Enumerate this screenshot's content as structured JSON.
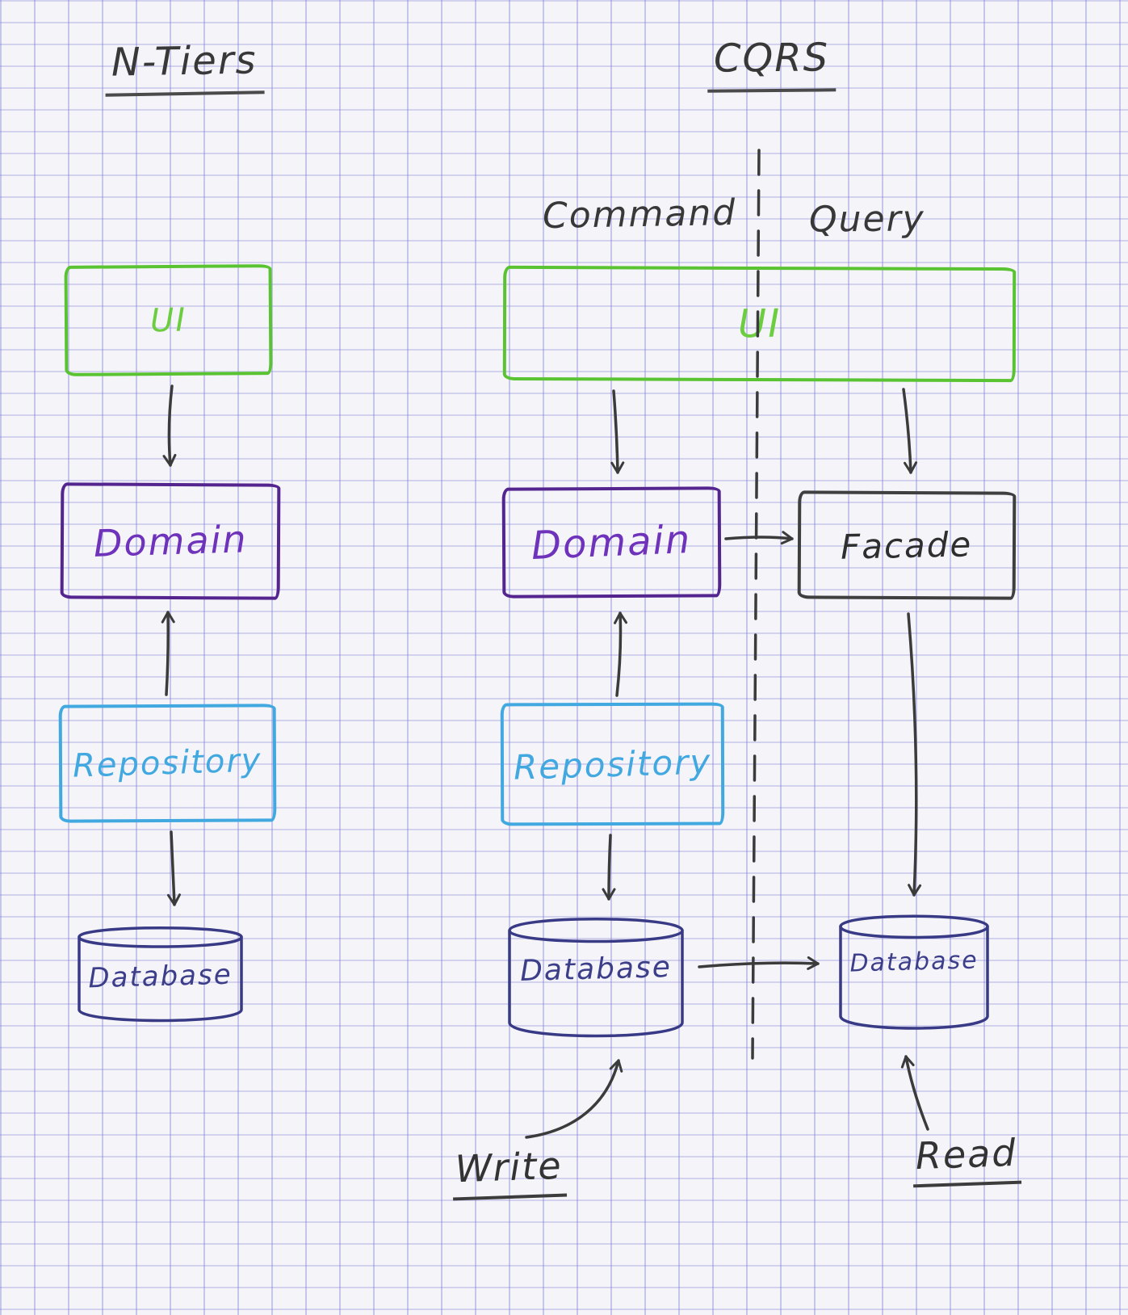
{
  "left_diagram": {
    "title": "N-Tiers",
    "nodes": {
      "ui": {
        "label": "UI",
        "color": "#59c331",
        "shape": "box"
      },
      "domain": {
        "label": "Domain",
        "color": "#54258f",
        "shape": "box"
      },
      "repository": {
        "label": "Repository",
        "color": "#41a8e0",
        "shape": "box"
      },
      "database": {
        "label": "Database",
        "color": "#383a85",
        "shape": "cylinder"
      }
    }
  },
  "right_diagram": {
    "title": "CQRS",
    "column_labels": {
      "command": "Command",
      "query": "Query"
    },
    "nodes": {
      "ui": {
        "label": "UI",
        "color": "#59c331",
        "shape": "box"
      },
      "domain": {
        "label": "Domain",
        "color": "#54258f",
        "shape": "box"
      },
      "facade": {
        "label": "Facade",
        "color": "#3f3f3f",
        "shape": "box"
      },
      "repository": {
        "label": "Repository",
        "color": "#41a8e0",
        "shape": "box"
      },
      "database_command": {
        "label": "Database",
        "color": "#383a85",
        "shape": "cylinder"
      },
      "database_query": {
        "label": "Database",
        "color": "#383a85",
        "shape": "cylinder"
      }
    },
    "annotations": {
      "write": "Write",
      "read": "Read"
    }
  },
  "edges": [
    {
      "diagram": "N-Tiers",
      "from": "UI",
      "to": "Domain"
    },
    {
      "diagram": "N-Tiers",
      "from": "Repository",
      "to": "Domain"
    },
    {
      "diagram": "N-Tiers",
      "from": "Repository",
      "to": "Database"
    },
    {
      "diagram": "CQRS",
      "from": "UI",
      "to": "Domain"
    },
    {
      "diagram": "CQRS",
      "from": "UI",
      "to": "Facade"
    },
    {
      "diagram": "CQRS",
      "from": "Domain",
      "to": "Facade"
    },
    {
      "diagram": "CQRS",
      "from": "Repository",
      "to": "Domain"
    },
    {
      "diagram": "CQRS",
      "from": "Repository",
      "to": "Database (command)"
    },
    {
      "diagram": "CQRS",
      "from": "Facade",
      "to": "Database (query)"
    },
    {
      "diagram": "CQRS",
      "from": "Database (command)",
      "to": "Database (query)"
    },
    {
      "diagram": "CQRS",
      "from": "Write",
      "to": "Database (command)"
    },
    {
      "diagram": "CQRS",
      "from": "Read",
      "to": "Database (query)"
    }
  ],
  "colors": {
    "paper": "#f4f4f9",
    "grid": "#7a7ad4",
    "ink": "#3b3b3b",
    "green": "#59c331",
    "purple": "#54258f",
    "blue": "#41a8e0",
    "navy": "#383a85"
  }
}
